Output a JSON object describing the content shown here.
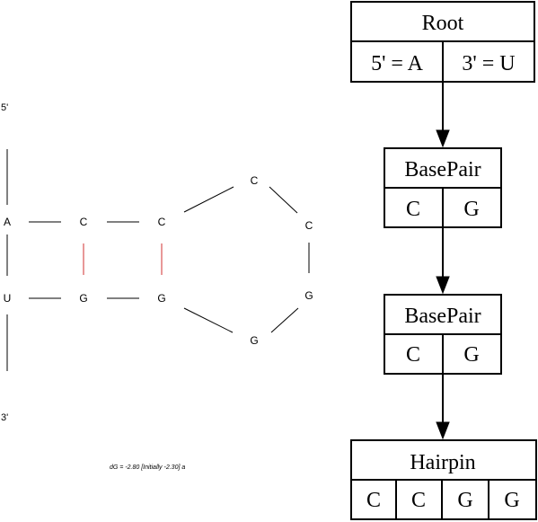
{
  "structure": {
    "five_prime_label": "5'",
    "three_prime_label": "3'",
    "top_strand": [
      "A",
      "C",
      "C"
    ],
    "bottom_strand": [
      "U",
      "G",
      "G"
    ],
    "loop": [
      "C",
      "C",
      "G",
      "G"
    ],
    "energy_text": "dG = -2.80 [Initially -2.30] a",
    "colors": {
      "backbone": "#000000",
      "pair_bond": "#d03030"
    }
  },
  "tree": {
    "nodes": [
      {
        "title": "Root",
        "cells": [
          "5' = A",
          "3' = U"
        ]
      },
      {
        "title": "BasePair",
        "cells": [
          "C",
          "G"
        ]
      },
      {
        "title": "BasePair",
        "cells": [
          "C",
          "G"
        ]
      },
      {
        "title": "Hairpin",
        "cells": [
          "C",
          "C",
          "G",
          "G"
        ]
      }
    ]
  }
}
